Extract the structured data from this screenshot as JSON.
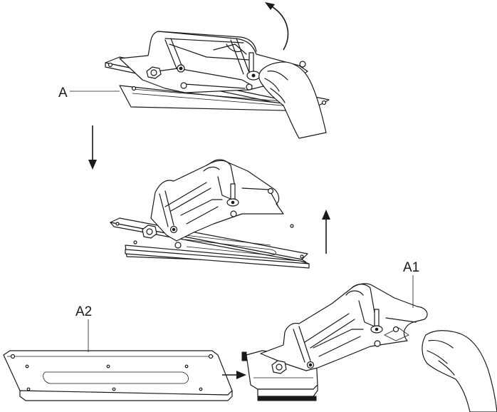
{
  "labels": {
    "a": "A",
    "a1": "A1",
    "a2": "A2"
  },
  "colors": {
    "line": "#1a1a1a",
    "background": "#ffffff"
  },
  "icons": {
    "rotate_arrow": "curved-arrow-icon",
    "down_arrow": "arrow-down-icon",
    "up_arrow": "arrow-up-icon",
    "right_arrow": "arrow-right-icon"
  }
}
